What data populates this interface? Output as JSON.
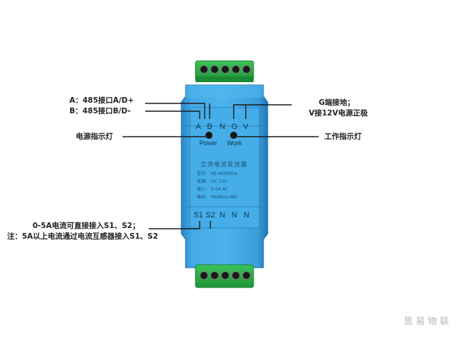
{
  "annotations": {
    "terminal_a": "A：485接口A/D+",
    "terminal_b": "B：485接口B/D-",
    "g_terminal": "G端接地；",
    "v_terminal": "V接12V电源正极",
    "power_led": "电源指示灯",
    "work_led": "工作指示灯",
    "s_direct": "0-5A电流可直接接入S1、S2；",
    "s_note": "注：5A以上电流通过电流互感器接入S1、S2"
  },
  "device": {
    "top_terminals": [
      "A",
      "B",
      "N",
      "G",
      "V"
    ],
    "bottom_terminals": [
      "S1",
      "S2",
      "N",
      "N",
      "N"
    ],
    "power_label": "Power",
    "work_label": "Work",
    "title": "交流电流变送器",
    "spec_rows": [
      {
        "key": "型号：",
        "val": "NE-MOD05A"
      },
      {
        "key": "电源：",
        "val": "DC 12V"
      },
      {
        "key": "输入：",
        "val": "0-5A AC"
      },
      {
        "key": "输出：",
        "val": "ModBus 485"
      }
    ]
  },
  "watermark": "思易物联",
  "colors": {
    "housing": "#3aa0de",
    "housing_dark": "#1f78b5",
    "terminal_green": "#2fb34a",
    "leader_line": "#1a1a1a"
  }
}
